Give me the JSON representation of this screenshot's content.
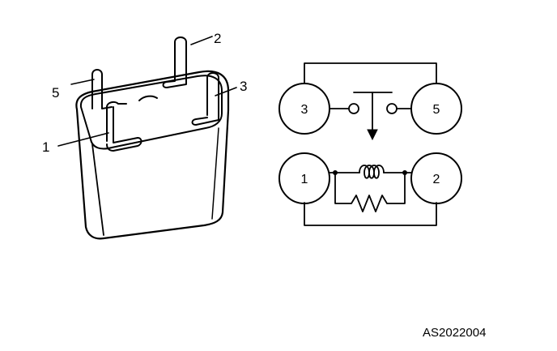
{
  "relay_pictorial": {
    "terminal_labels": [
      "2",
      "5",
      "3",
      "1"
    ]
  },
  "relay_schematic": {
    "terminals": [
      "3",
      "5",
      "1",
      "2"
    ]
  },
  "figure_id": "AS2022004"
}
